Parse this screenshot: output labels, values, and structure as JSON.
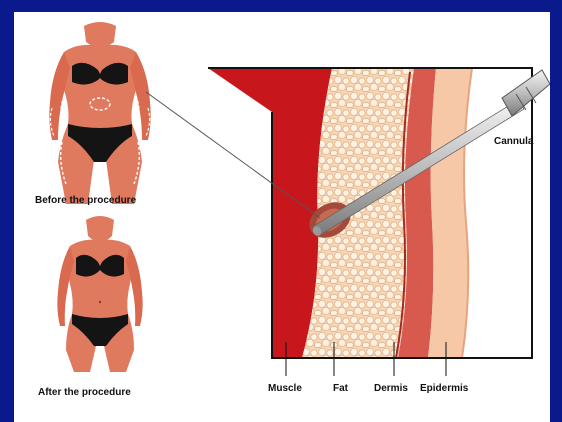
{
  "captions": {
    "before": "Before the procedure",
    "after": "After the procedure"
  },
  "labels": {
    "cannula": "Cannula",
    "muscle": "Muscle",
    "fat": "Fat",
    "dermis": "Dermis",
    "epidermis": "Epidermis"
  },
  "colors": {
    "background": "#0a1a8c",
    "skin": "#e07a5f",
    "underwear": "#141414",
    "muscle": "#c8171c",
    "fat": "#f7e0c8",
    "dermis": "#d85a4f",
    "epidermis": "#f7c8a8"
  }
}
